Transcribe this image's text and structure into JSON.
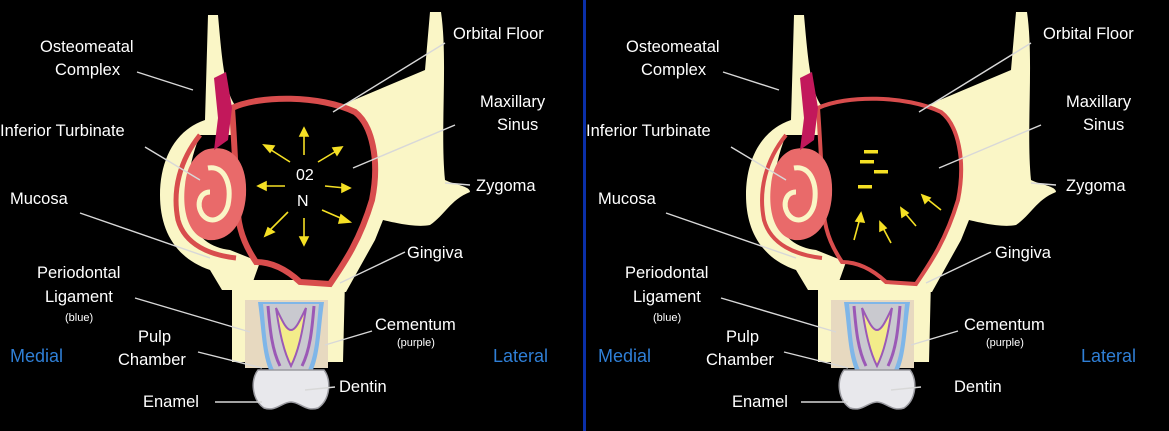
{
  "colors": {
    "background": "#000000",
    "divider": "#0a2fa8",
    "bone": "#faf6c6",
    "mucosa": "#d84d4d",
    "turbinate": "#e96a6a",
    "osteomeatal": "#c2185b",
    "side_label": "#2f7fd6",
    "arrow": "#f5e024",
    "ligament": "#7fb6e8",
    "cementum": "#9b59b6",
    "pulp": "#f3ec8a",
    "enamel": "#e8e8ec"
  },
  "panels": [
    {
      "labels": {
        "osteomeatal_1": "Osteomeatal",
        "osteomeatal_2": "Complex",
        "orbital_floor": "Orbital Floor",
        "maxillary_1": "Maxillary",
        "maxillary_2": "Sinus",
        "inferior_turbinate": "Inferior Turbinate",
        "zygoma": "Zygoma",
        "mucosa": "Mucosa",
        "gingiva": "Gingiva",
        "periodontal_1": "Periodontal",
        "periodontal_2": "Ligament",
        "periodontal_note": "(blue)",
        "cementum": "Cementum",
        "cementum_note": "(purple)",
        "pulp_1": "Pulp",
        "pulp_2": "Chamber",
        "medial": "Medial",
        "lateral": "Lateral",
        "dentin": "Dentin",
        "enamel": "Enamel"
      },
      "gas": {
        "o2": "02",
        "n": "N"
      }
    },
    {
      "labels": {
        "osteomeatal_1": "Osteomeatal",
        "osteomeatal_2": "Complex",
        "orbital_floor": "Orbital Floor",
        "maxillary_1": "Maxillary",
        "maxillary_2": "Sinus",
        "inferior_turbinate": "Inferior Turbinate",
        "zygoma": "Zygoma",
        "mucosa": "Mucosa",
        "gingiva": "Gingiva",
        "periodontal_1": "Periodontal",
        "periodontal_2": "Ligament",
        "periodontal_note": "(blue)",
        "cementum": "Cementum",
        "cementum_note": "(purple)",
        "pulp_1": "Pulp",
        "pulp_2": "Chamber",
        "medial": "Medial",
        "lateral": "Lateral",
        "dentin": "Dentin",
        "enamel": "Enamel"
      }
    }
  ]
}
